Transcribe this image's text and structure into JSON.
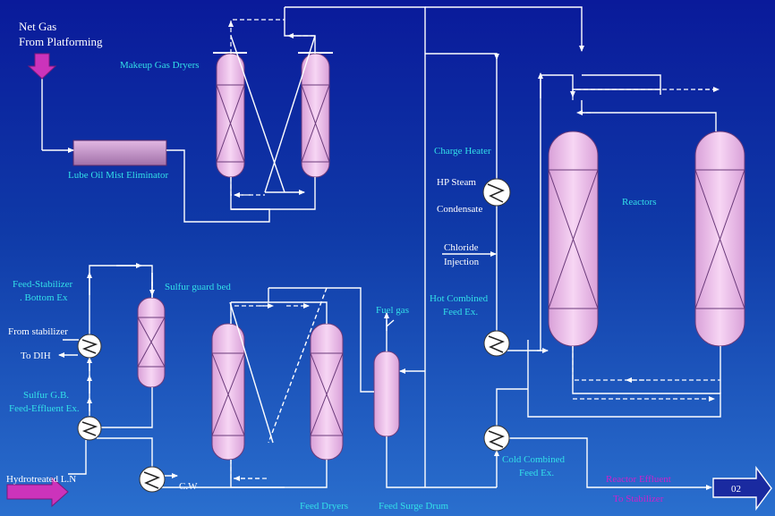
{
  "labels": {
    "net_gas_1": "Net Gas",
    "net_gas_2": "From Platforming",
    "makeup_gas_dryers": "Makeup Gas Dryers",
    "lube_oil": "Lube Oil Mist Eliminator",
    "charge_heater": "Charge Heater",
    "hp_steam": "HP Steam",
    "condensate": "Condensate",
    "reactors": "Reactors",
    "chloride": "Chloride",
    "injection": "Injection",
    "hot_cfe_1": "Hot Combined",
    "hot_cfe_2": "Feed Ex.",
    "feed_stab_1": "Feed-Stabilizer",
    "feed_stab_2": ". Bottom Ex",
    "sulfur_guard_bed": "Sulfur guard bed",
    "from_stabilizer": "From stabilizer",
    "to_dih": "To DIH",
    "sulfur_gb_1": "Sulfur G.B.",
    "sulfur_gb_2": "Feed-Effluent Ex.",
    "fuel_gas": "Fuel gas",
    "hydrotreated": "Hydrotreated L.N",
    "cw": "C.W",
    "feed_dryers": "Feed Dryers",
    "feed_surge_drum": "Feed Surge Drum",
    "cold_cfe_1": "Cold Combined",
    "cold_cfe_2": "Feed Ex.",
    "reactor_effluent": "Reactor Effluent",
    "to_stabilizer": "To Stabilizer",
    "page_ref": "02"
  },
  "colors": {
    "vessel_fill": "#f3bff0",
    "vessel_stroke": "#5a2a6a",
    "lube_fill": "#c090c8",
    "arrow_fill": "#cc33bb",
    "line": "#ffffff",
    "label_cyan": "#33e0e8",
    "label_white": "#ffffff",
    "label_magenta": "#cc22cc"
  }
}
